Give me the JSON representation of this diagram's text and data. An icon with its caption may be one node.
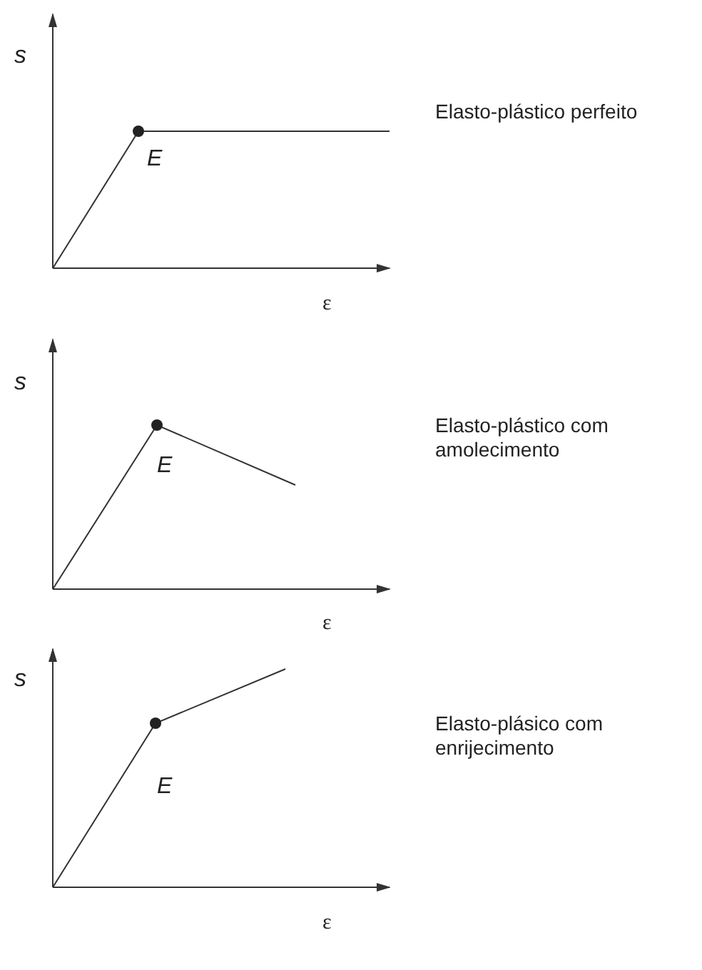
{
  "diagram": {
    "labels": [
      "s",
      "Elasto-plástico perfeito",
      "E",
      "ε",
      "s",
      "Elasto-plástico com amolecimento",
      "E",
      "ε",
      "s",
      "Elasto-plásico com enrijecimento",
      "E",
      "ε"
    ]
  }
}
